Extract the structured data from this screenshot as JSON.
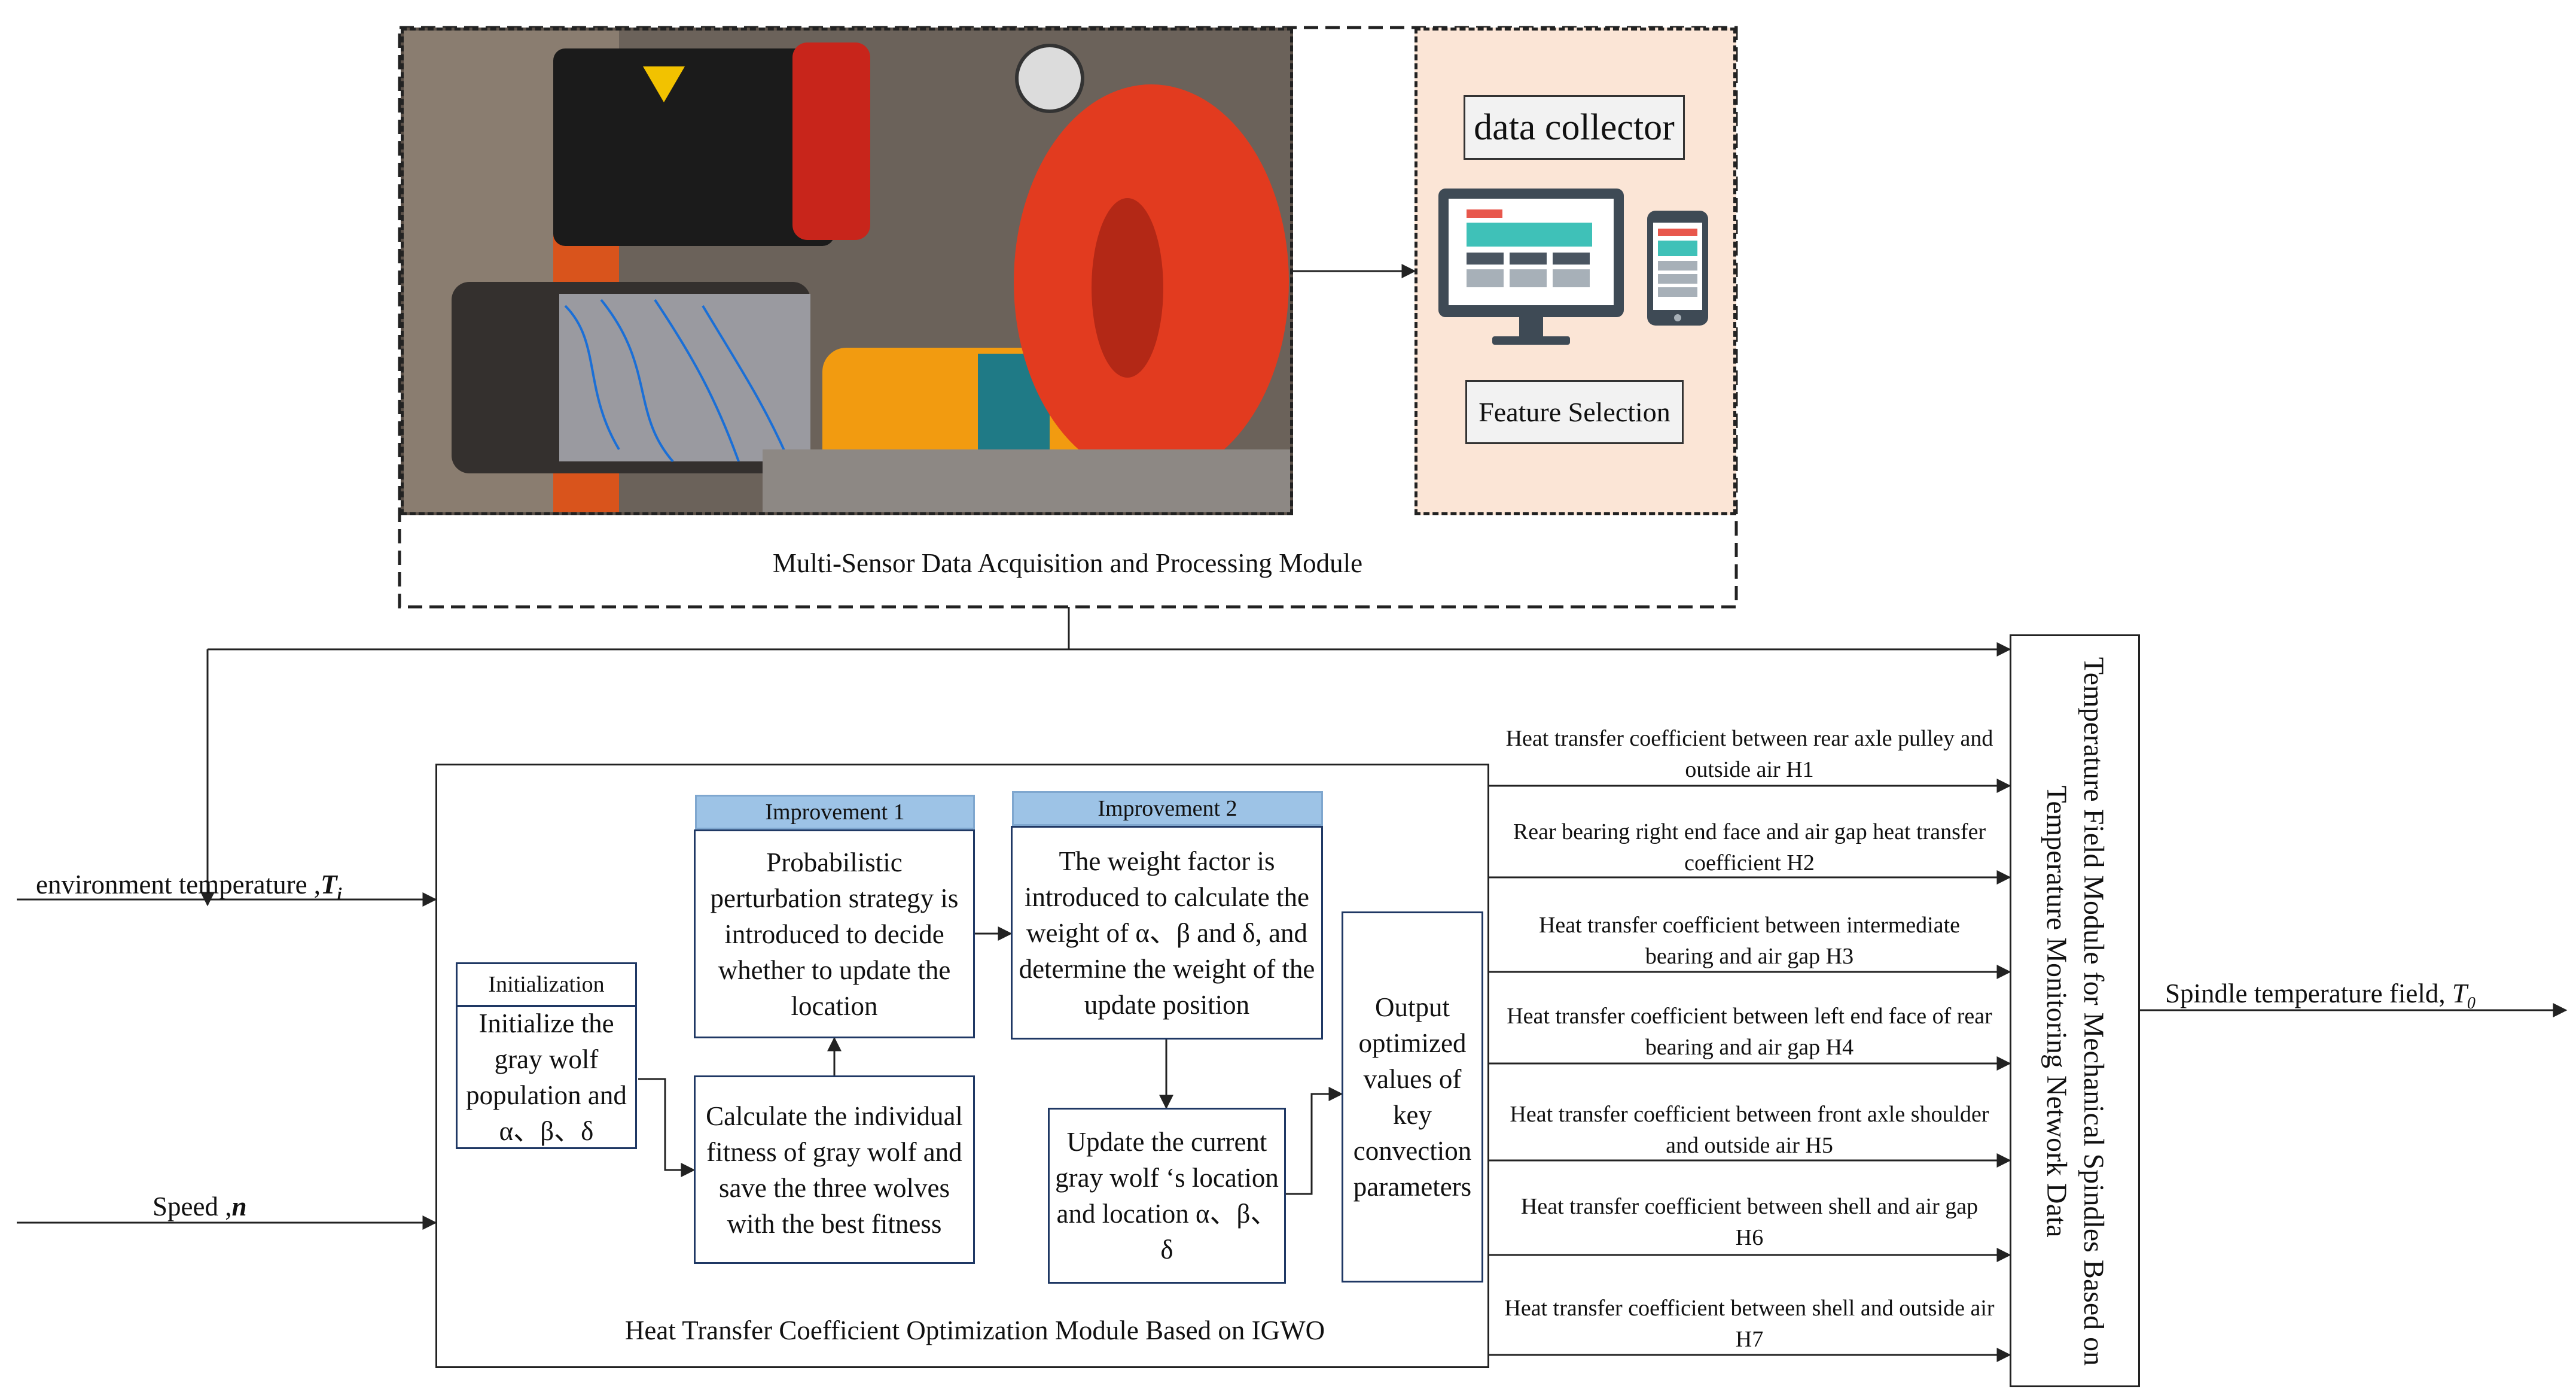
{
  "acquisition": {
    "module_label": "Multi-Sensor Data Acquisition and Processing Module",
    "data_collector_label": "data collector",
    "feature_selection_label": "Feature Selection"
  },
  "inputs": {
    "env_temp_label": "environment temperature ,",
    "env_temp_symbol": "T",
    "env_temp_subscript": "i",
    "speed_label": "Speed ,",
    "speed_symbol": "n"
  },
  "igwo": {
    "module_label": "Heat Transfer Coefficient Optimization Module Based on IGWO",
    "init_header": "Initialization",
    "init_text": "Initialize the gray wolf population and α、β、δ",
    "fitness_text": "Calculate the individual fitness of gray wolf and save the three wolves with the best fitness",
    "improvement1_header": "Improvement 1",
    "improvement1_text": "Probabilistic perturbation strategy is introduced to decide whether to update the location",
    "improvement2_header": "Improvement 2",
    "improvement2_text": "The weight factor is introduced to calculate the weight of α、β and δ, and determine the weight of the update position",
    "update_text": "Update the current gray wolf ‘s location and location α、β、δ",
    "output_text": "Output optimized values of key convection parameters"
  },
  "coefficients": [
    "Heat transfer coefficient  between rear axle pulley and outside air H1",
    "Rear bearing right end face and air gap heat transfer coefficient H2",
    "Heat transfer coefficient  between intermediate bearing and air gap H3",
    "Heat transfer coefficient between left end face of rear bearing and air gap H4",
    "Heat transfer coefficient  between front axle shoulder and outside air H5",
    "Heat transfer coefficient between shell and air gap H6",
    "Heat transfer coefficient between shell and outside air H7"
  ],
  "temperature_module": {
    "label": "Temperature Field Module for Mechanical Spindles Based on Temperature Monitoring Network Data"
  },
  "output": {
    "label": "Spindle  temperature field,",
    "symbol": "T",
    "subscript": "0"
  },
  "colors": {
    "box_border": "#1f3864",
    "header_fill": "#9dc3e6",
    "collector_panel": "#fbe5d6",
    "line": "#222222"
  }
}
